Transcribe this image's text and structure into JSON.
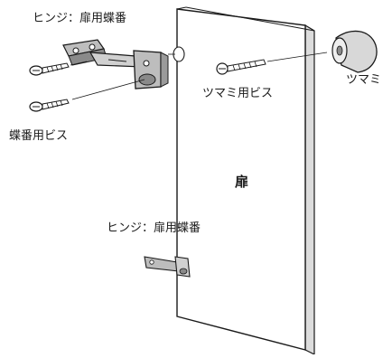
{
  "labels": {
    "hinge_top": "ヒンジ：扉用蝶番",
    "hinge_screw": "蝶番用ビス",
    "knob_screw": "ツマミ用ビス",
    "knob": "ツマミ",
    "door": "扉",
    "hinge_bottom": "ヒンジ：扉用蝶番"
  },
  "colors": {
    "line": "#1a1a1a",
    "door_face": "#ffffff",
    "door_edge": "#dcdcdc",
    "metal": "#bdbdbd",
    "metal_dark": "#8a8a8a",
    "knob_fill": "#d8d8d8"
  },
  "icons": [
    "hinge-icon",
    "screw-icon",
    "knob-icon"
  ]
}
